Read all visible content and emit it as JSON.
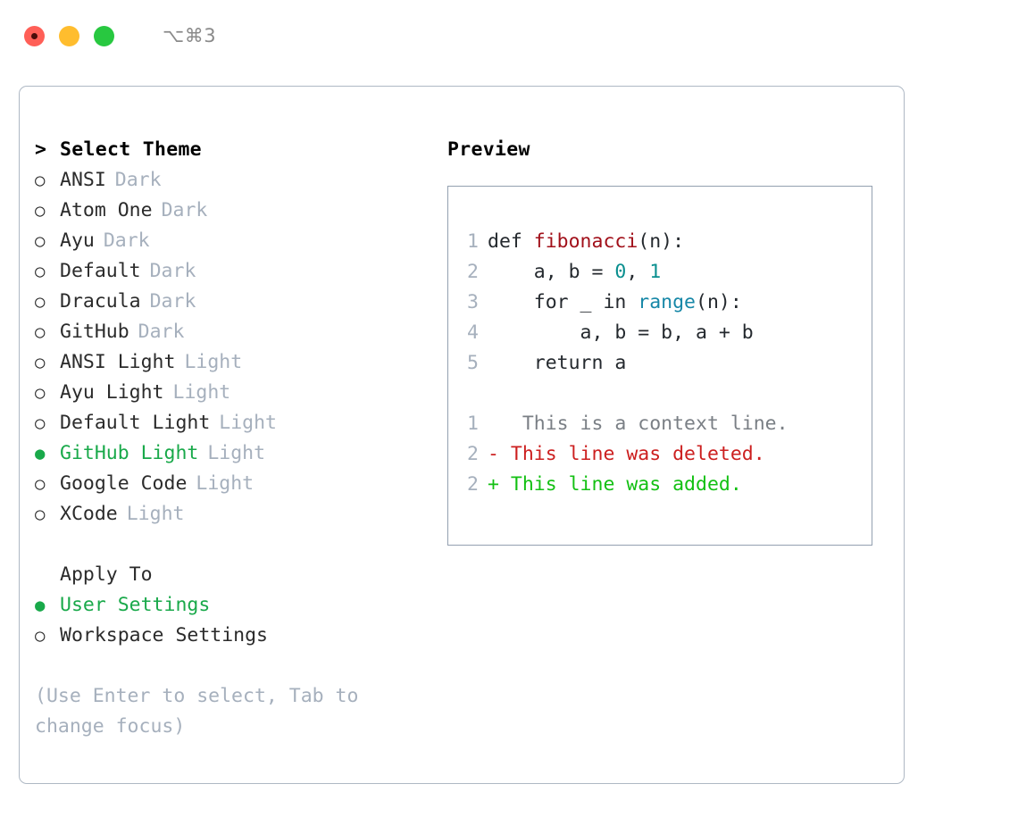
{
  "window": {
    "shortcut": "⌥⌘3",
    "traffic_lights": [
      "close-red",
      "minimize-yellow",
      "maximize-green"
    ],
    "colors": {
      "close": "#ff5f57",
      "minimize": "#ffbd2e",
      "maximize": "#28c840",
      "accent_green": "#19a94a",
      "muted": "#a6b0bd",
      "border": "#aeb8c4",
      "panel_border": "#93a0b0"
    }
  },
  "theme_list": {
    "prompt": ">",
    "header": "Select Theme",
    "bullet_selected": "●",
    "bullet_unselected": "○",
    "items": [
      {
        "label": "ANSI",
        "variant": "Dark",
        "selected": false
      },
      {
        "label": "Atom One",
        "variant": "Dark",
        "selected": false
      },
      {
        "label": "Ayu",
        "variant": "Dark",
        "selected": false
      },
      {
        "label": "Default",
        "variant": "Dark",
        "selected": false
      },
      {
        "label": "Dracula",
        "variant": "Dark",
        "selected": false
      },
      {
        "label": "GitHub",
        "variant": "Dark",
        "selected": false
      },
      {
        "label": "ANSI Light",
        "variant": "Light",
        "selected": false
      },
      {
        "label": "Ayu Light",
        "variant": "Light",
        "selected": false
      },
      {
        "label": "Default Light",
        "variant": "Light",
        "selected": false
      },
      {
        "label": "GitHub Light",
        "variant": "Light",
        "selected": true
      },
      {
        "label": "Google Code",
        "variant": "Light",
        "selected": false
      },
      {
        "label": "XCode",
        "variant": "Light",
        "selected": false
      }
    ]
  },
  "apply_to": {
    "heading": "Apply To",
    "options": [
      {
        "label": "User Settings",
        "selected": true
      },
      {
        "label": "Workspace Settings",
        "selected": false
      }
    ]
  },
  "hint": "(Use Enter to select, Tab to change focus)",
  "preview": {
    "title": "Preview",
    "code_lines": [
      {
        "lineno": "1",
        "tokens": [
          {
            "text": "def ",
            "type": "def"
          },
          {
            "text": "fibonacci",
            "type": "fn"
          },
          {
            "text": "(n):",
            "type": "punct"
          }
        ]
      },
      {
        "lineno": "2",
        "tokens": [
          {
            "text": "    a, b = ",
            "type": "plain"
          },
          {
            "text": "0",
            "type": "num"
          },
          {
            "text": ", ",
            "type": "plain"
          },
          {
            "text": "1",
            "type": "num"
          }
        ]
      },
      {
        "lineno": "3",
        "tokens": [
          {
            "text": "    for _ in ",
            "type": "plain"
          },
          {
            "text": "range",
            "type": "builtin"
          },
          {
            "text": "(n):",
            "type": "punct"
          }
        ]
      },
      {
        "lineno": "4",
        "tokens": [
          {
            "text": "        a, b = b, a + b",
            "type": "plain"
          }
        ]
      },
      {
        "lineno": "5",
        "tokens": [
          {
            "text": "    return a",
            "type": "plain"
          }
        ]
      }
    ],
    "diff_lines": [
      {
        "lineno": "1",
        "marker": " ",
        "text": "  This is a context line.",
        "kind": "context"
      },
      {
        "lineno": "2",
        "marker": "-",
        "text": " This line was deleted.",
        "kind": "deleted"
      },
      {
        "lineno": "2",
        "marker": "+",
        "text": " This line was added.",
        "kind": "added"
      }
    ]
  }
}
